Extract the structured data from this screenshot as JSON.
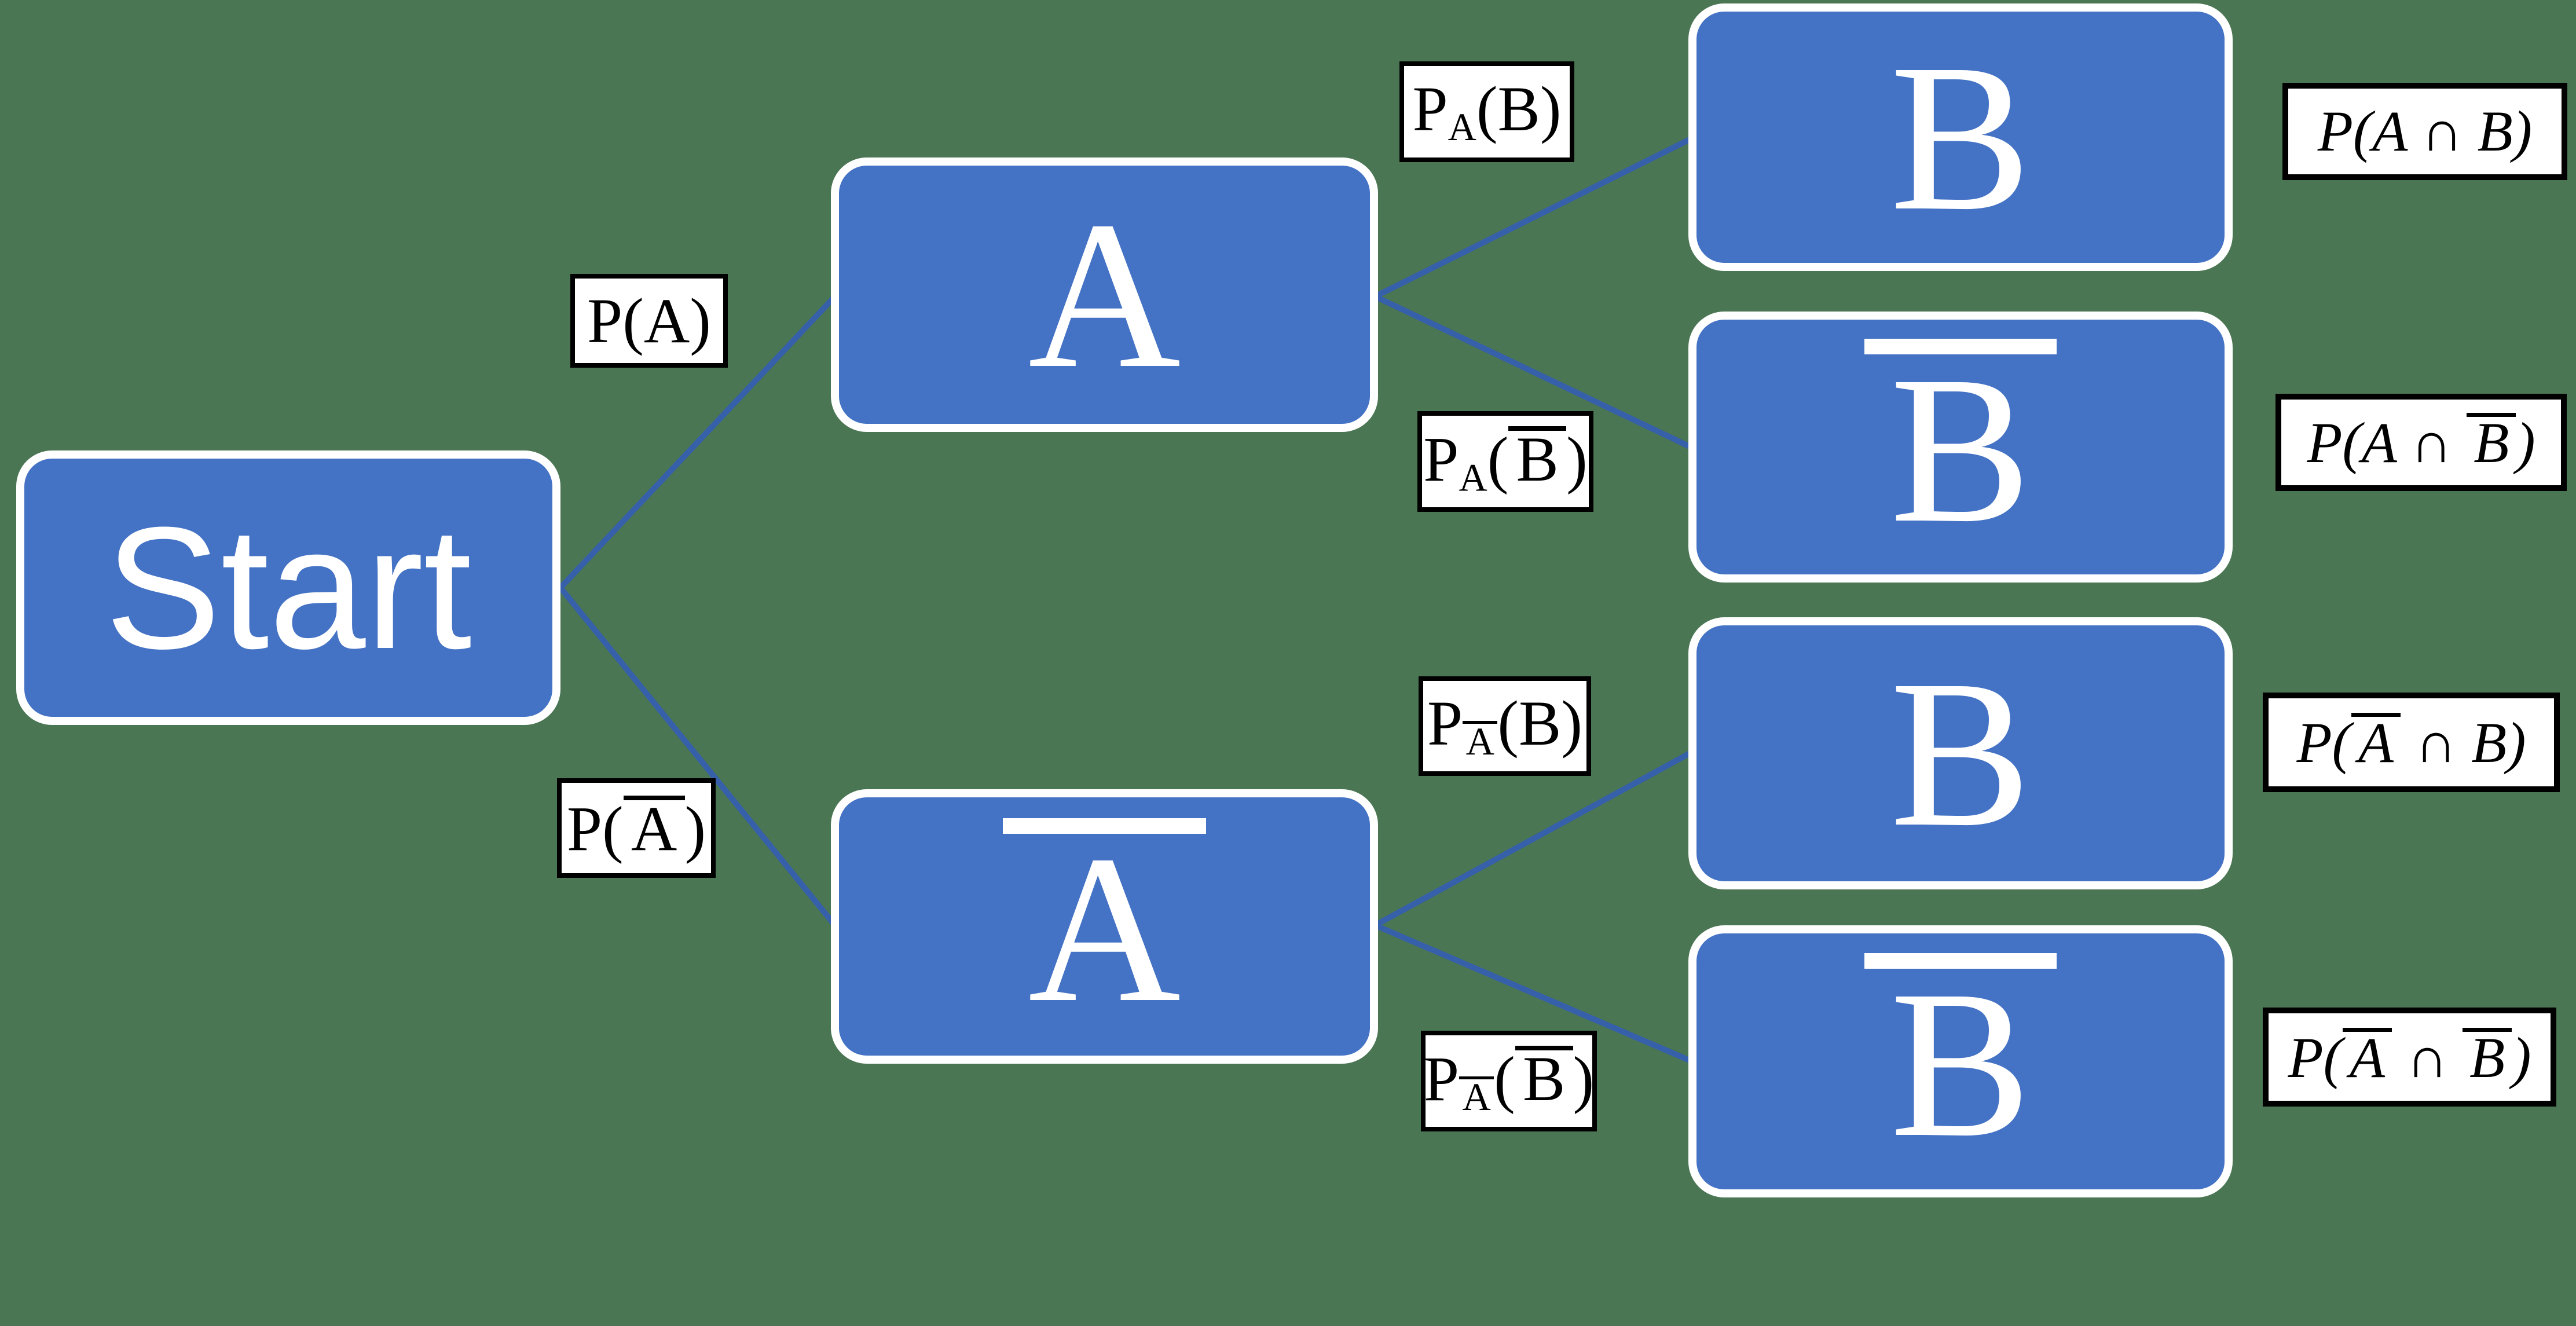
{
  "colors": {
    "background": "#4A7653",
    "node_fill": "#4472C4",
    "node_border": "#FFFFFF",
    "node_text": "#FFFFFF",
    "edge_line": "#3760AA",
    "label_bg": "#FFFFFF",
    "label_border": "#000000",
    "label_text": "#000000"
  },
  "diagram_type": "probability-tree",
  "nodes": {
    "start": {
      "segments": [
        {
          "t": "Start"
        }
      ]
    },
    "a": {
      "segments": [
        {
          "t": "A"
        }
      ]
    },
    "a_bar": {
      "segments": [
        {
          "t": "A",
          "over": true
        }
      ]
    },
    "b_given_a": {
      "segments": [
        {
          "t": "B"
        }
      ]
    },
    "bbar_given_a": {
      "segments": [
        {
          "t": "B",
          "over": true
        }
      ]
    },
    "b_given_abar": {
      "segments": [
        {
          "t": "B"
        }
      ]
    },
    "bbar_given_abar": {
      "segments": [
        {
          "t": "B",
          "over": true
        }
      ]
    }
  },
  "edge_labels": {
    "p_a": {
      "segments": [
        {
          "t": "P(A)"
        }
      ]
    },
    "p_abar": {
      "segments": [
        {
          "t": "P("
        },
        {
          "t": "A",
          "over": true
        },
        {
          "t": ")"
        }
      ]
    },
    "p_a_b": {
      "segments": [
        {
          "t": "P"
        },
        {
          "t": "A",
          "sub": true
        },
        {
          "t": "(B)"
        }
      ]
    },
    "p_a_bbar": {
      "segments": [
        {
          "t": "P"
        },
        {
          "t": "A",
          "sub": true
        },
        {
          "t": "("
        },
        {
          "t": "B",
          "over": true
        },
        {
          "t": ")"
        }
      ]
    },
    "p_abar_b": {
      "segments": [
        {
          "t": "P"
        },
        {
          "t": "A",
          "sub": true,
          "over": true
        },
        {
          "t": "(B)"
        }
      ]
    },
    "p_abar_bbar": {
      "segments": [
        {
          "t": "P"
        },
        {
          "t": "A",
          "sub": true,
          "over": true
        },
        {
          "t": "("
        },
        {
          "t": "B",
          "over": true
        },
        {
          "t": ")"
        }
      ]
    }
  },
  "outcome_labels": {
    "p_a_and_b": {
      "segments": [
        {
          "t": "P("
        },
        {
          "t": "A"
        },
        {
          "t": " ∩ "
        },
        {
          "t": "B"
        },
        {
          "t": ")"
        }
      ]
    },
    "p_a_and_bbar": {
      "segments": [
        {
          "t": "P("
        },
        {
          "t": "A"
        },
        {
          "t": " ∩ "
        },
        {
          "t": "B",
          "over": true
        },
        {
          "t": ")"
        }
      ]
    },
    "p_abar_and_b": {
      "segments": [
        {
          "t": "P("
        },
        {
          "t": "A",
          "over": true
        },
        {
          "t": " ∩ "
        },
        {
          "t": "B"
        },
        {
          "t": ")"
        }
      ]
    },
    "p_abar_and_bbar": {
      "segments": [
        {
          "t": "P("
        },
        {
          "t": "A",
          "over": true
        },
        {
          "t": " ∩ "
        },
        {
          "t": "B",
          "over": true
        },
        {
          "t": ")"
        }
      ]
    }
  }
}
